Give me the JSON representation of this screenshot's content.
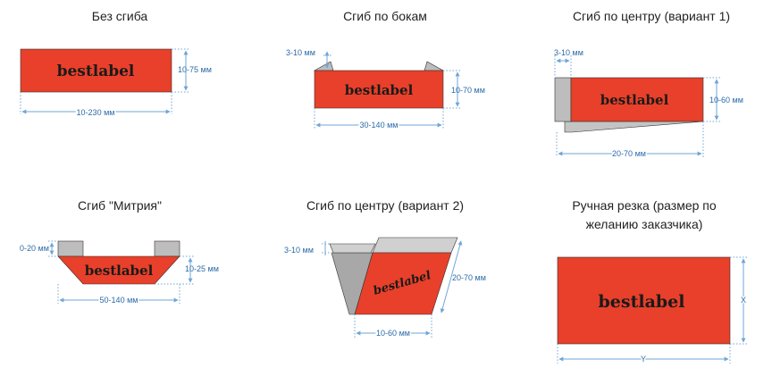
{
  "brand": "bestlabel",
  "colors": {
    "label": "#e8402a",
    "tab": "#bdbdbd",
    "dim": "#2b6aa8"
  },
  "panels": {
    "no_fold": {
      "title": "Без сгиба",
      "height": "10-75 мм",
      "width": "10-230 мм"
    },
    "side_fold": {
      "title": "Сгиб по бокам",
      "fold": "3-10 мм",
      "height": "10-70 мм",
      "width": "30-140 мм"
    },
    "center_fold_1": {
      "title": "Сгиб по центру (вариант 1)",
      "fold": "3-10 мм",
      "height": "10-60 мм",
      "width": "20-70 мм"
    },
    "mitre_fold": {
      "title": "Сгиб \"Митрия\"",
      "fold": "0-20 мм",
      "height": "10-25 мм",
      "width": "50-140 мм"
    },
    "center_fold_2": {
      "title": "Сгиб по центру (вариант 2)",
      "fold": "3-10 мм",
      "height": "20-70 мм",
      "width": "10-60 мм"
    },
    "hand_cut": {
      "title_line1": "Ручная резка (размер по",
      "title_line2": "желанию заказчика)",
      "x_label": "X",
      "y_label": "Y"
    }
  }
}
